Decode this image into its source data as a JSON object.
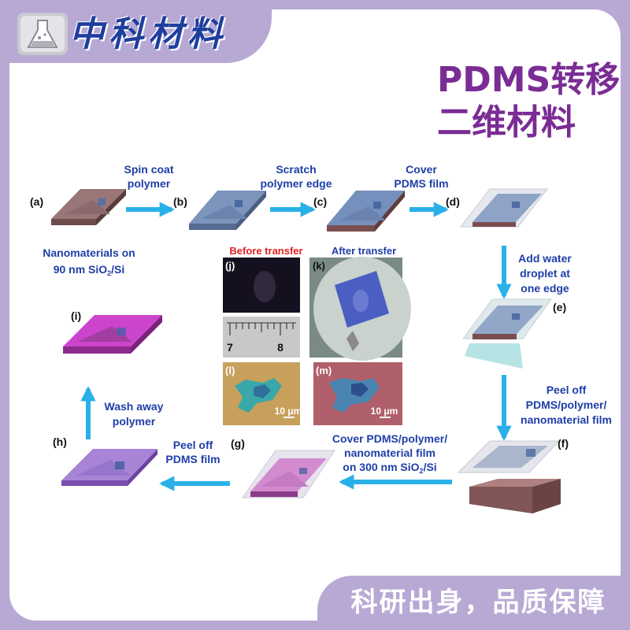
{
  "brand": {
    "name": "中科材料",
    "logo_icon": "flask-icon"
  },
  "title": {
    "line1": "PDMS转移",
    "line2": "二维材料"
  },
  "footer": {
    "slogan": "科研出身，品质保障"
  },
  "colors": {
    "frame": "#b8a9d4",
    "brand_text": "#1f3e9e",
    "title_text": "#7a2c94",
    "arrow": "#2ab0e8",
    "step_text": "#1f3ea8"
  },
  "diagram": {
    "steps": {
      "a": "(a)",
      "b": "(b)",
      "c": "(c)",
      "d": "(d)",
      "e": "(e)",
      "f": "(f)",
      "g": "(g)",
      "h": "(h)",
      "i": "(i)",
      "j": "(j)",
      "k": "(k)",
      "l": "(l)",
      "m": "(m)"
    },
    "captions": {
      "a_line1": "Nanomaterials on",
      "a_line2_pre": "90 nm SiO",
      "a_line2_sub": "2",
      "a_line2_post": "/Si",
      "ab_line1": "Spin coat",
      "ab_line2": "polymer",
      "bc_line1": "Scratch",
      "bc_line2": "polymer edge",
      "cd_line1": "Cover",
      "cd_line2": "PDMS film",
      "de_line1": "Add water",
      "de_line2": "droplet at",
      "de_line3": "one edge",
      "ef_line1": "Peel off",
      "ef_line2": "PDMS/polymer/",
      "ef_line3": "nanomaterial film",
      "fg_line1": "Cover PDMS/polymer/",
      "fg_line2": "nanomaterial film",
      "fg_line3_pre": "on 300 nm SiO",
      "fg_line3_sub": "2",
      "fg_line3_post": "/Si",
      "gh_line1": "Peel off",
      "gh_line2": "PDMS film",
      "hi_line1": "Wash away",
      "hi_line2": "polymer",
      "before_transfer": "Before transfer",
      "after_transfer": "After transfer",
      "ruler_7": "7",
      "ruler_8": "8",
      "scale_l": "10 μm",
      "scale_m": "10 μm"
    }
  }
}
